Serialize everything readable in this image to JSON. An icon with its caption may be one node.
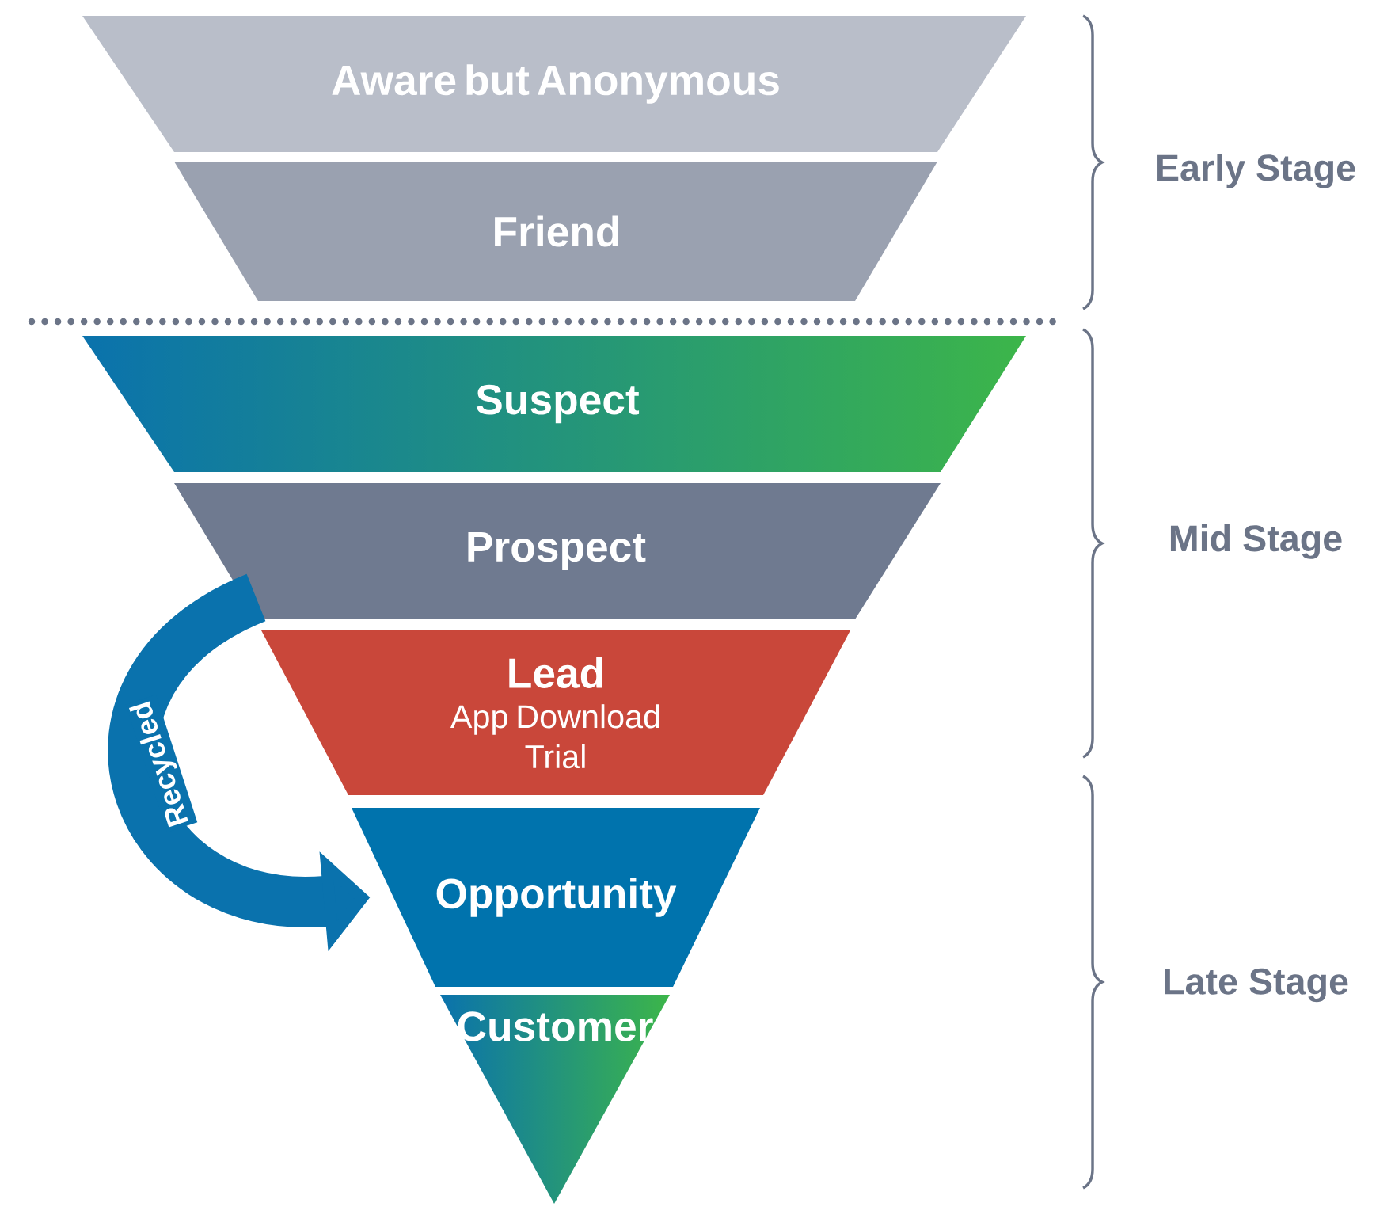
{
  "diagram": {
    "nodes": [
      {
        "text": [
          "Aware but Anonymous"
        ]
      },
      {
        "text": [
          "Friend"
        ]
      },
      {
        "text": [
          "Suspect"
        ]
      },
      {
        "text": [
          "Prospect"
        ]
      },
      {
        "text": [
          "Lead",
          "App Download Trial"
        ]
      },
      {
        "text": [
          "Opportunity"
        ]
      },
      {
        "text": [
          "Customer"
        ]
      }
    ],
    "edges": [
      {
        "from": 3,
        "to": 5,
        "arrow": "to",
        "label": "Recycled"
      }
    ],
    "labels": [
      "Early Stage",
      "Mid Stage",
      "Late Stage"
    ]
  }
}
